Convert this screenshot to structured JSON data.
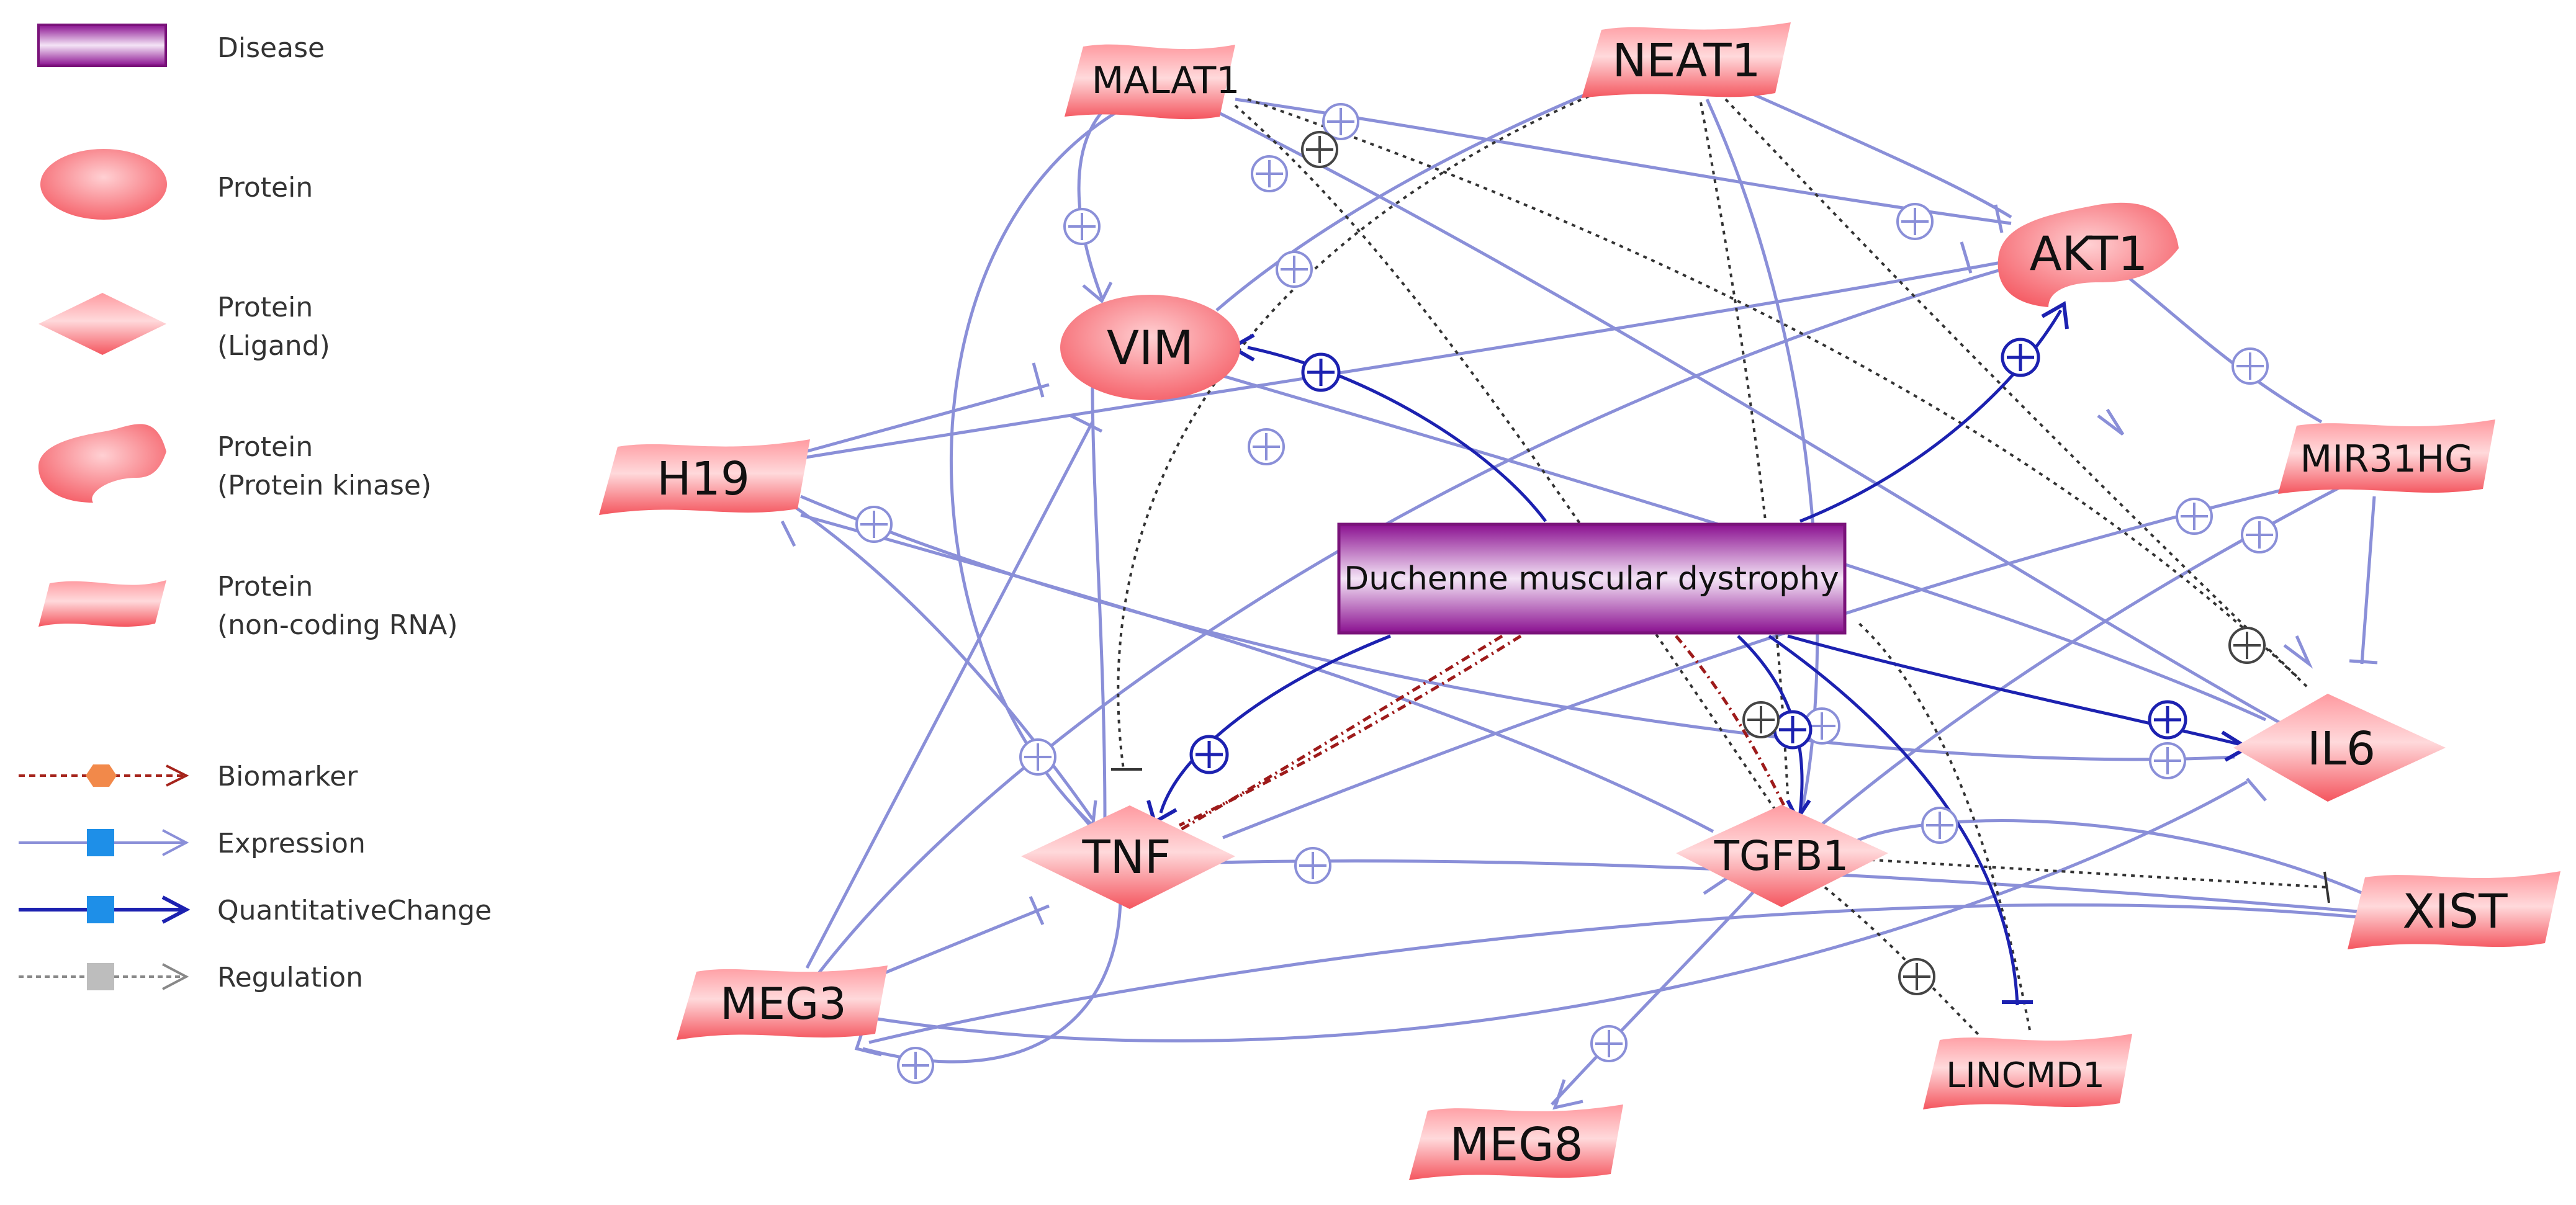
{
  "legend": {
    "items": [
      {
        "key": "disease",
        "label": "Disease"
      },
      {
        "key": "protein",
        "label": "Protein"
      },
      {
        "key": "ligand",
        "label": "Protein",
        "sub": "(Ligand)"
      },
      {
        "key": "kinase",
        "label": "Protein",
        "sub": "(Protein kinase)"
      },
      {
        "key": "ncrna",
        "label": "Protein",
        "sub": "(non-coding RNA)"
      }
    ],
    "edges": [
      {
        "key": "biomarker",
        "label": "Biomarker",
        "color": "#a5231b"
      },
      {
        "key": "expression",
        "label": "Expression",
        "color": "#8a8fd8"
      },
      {
        "key": "quantitative",
        "label": "QuantitativeChange",
        "color": "#1c21b0"
      },
      {
        "key": "regulation",
        "label": "Regulation",
        "color": "#777777"
      }
    ]
  },
  "colors": {
    "node_fill": "#f8626a",
    "node_light": "#ffd6d8",
    "disease_fill": "#9a1f9a",
    "disease_light": "#f2dcf4",
    "expression": "#8a8fd8",
    "quantitative": "#1c21b0",
    "biomarker": "#9e1b1b",
    "regulation": "#333333"
  },
  "nodes": {
    "malat1": "MALAT1",
    "neat1": "NEAT1",
    "akt1": "AKT1",
    "vim": "VIM",
    "h19": "H19",
    "mir31hg": "MIR31HG",
    "dmd": "Duchenne muscular dystrophy",
    "il6": "IL6",
    "tnf": "TNF",
    "tgfb1": "TGFB1",
    "xist": "XIST",
    "meg3": "MEG3",
    "lincmd1": "LINCMD1",
    "meg8": "MEG8"
  }
}
